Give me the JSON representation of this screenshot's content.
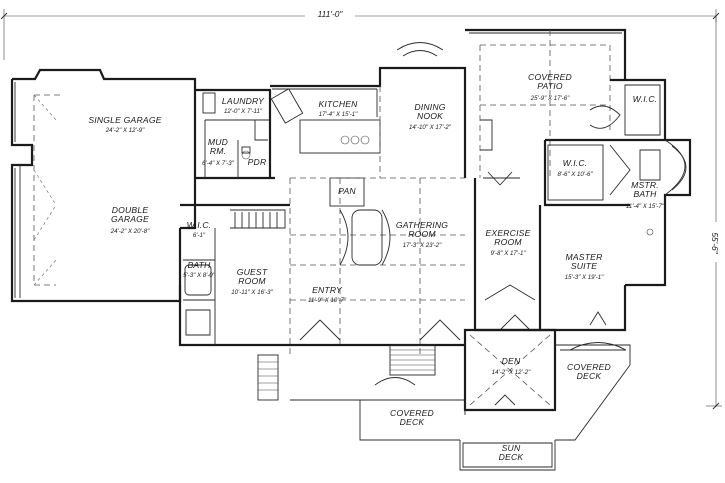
{
  "overall": {
    "width_dim": "111'-0\"",
    "depth_dim": "55'-6\""
  },
  "rooms": [
    {
      "key": "single_garage",
      "name": [
        "SINGLE GARAGE"
      ],
      "dims": "24'-2\" X 12'-9\""
    },
    {
      "key": "double_garage",
      "name": [
        "DOUBLE",
        "GARAGE"
      ],
      "dims": "24'-2\" X 20'-8\""
    },
    {
      "key": "laundry",
      "name": [
        "LAUNDRY"
      ],
      "dims": "12'-0\" X 7'-11\""
    },
    {
      "key": "mud_rm",
      "name": [
        "MUD",
        "RM."
      ],
      "dims": "6'-4\" X 7'-3\""
    },
    {
      "key": "pdr",
      "name": [
        "PDR"
      ],
      "dims": ""
    },
    {
      "key": "kitchen",
      "name": [
        "KITCHEN"
      ],
      "dims": "17'-4\" X 15'-1\""
    },
    {
      "key": "pan",
      "name": [
        "PAN"
      ],
      "dims": ""
    },
    {
      "key": "dining_nook",
      "name": [
        "DINING",
        "NOOK"
      ],
      "dims": "14'-10\" X 17'-2\""
    },
    {
      "key": "covered_patio",
      "name": [
        "COVERED",
        "PATIO"
      ],
      "dims": "25'-9\" X 17'-6\""
    },
    {
      "key": "wic_master_bath",
      "name": [
        "W.I.C."
      ],
      "dims": ""
    },
    {
      "key": "wic_suite",
      "name": [
        "W.I.C."
      ],
      "dims": "8'-6\" X 10'-6\""
    },
    {
      "key": "mstr_bath",
      "name": [
        "MSTR.",
        "BATH"
      ],
      "dims": "11'-4\" X 15'-7\""
    },
    {
      "key": "wic_guest",
      "name": [
        "W.I.C."
      ],
      "dims": "6'-1\""
    },
    {
      "key": "bath",
      "name": [
        "BATH"
      ],
      "dims": "5'-3\" X 8'-0\""
    },
    {
      "key": "guest_room",
      "name": [
        "GUEST",
        "ROOM"
      ],
      "dims": "10'-11\" X 16'-3\""
    },
    {
      "key": "gathering_room",
      "name": [
        "GATHERING",
        "ROOM"
      ],
      "dims": "17'-3\" X 23'-2\""
    },
    {
      "key": "exercise_room",
      "name": [
        "EXERCISE",
        "ROOM"
      ],
      "dims": "9'-8\" X 17'-1\""
    },
    {
      "key": "master_suite",
      "name": [
        "MASTER",
        "SUITE"
      ],
      "dims": "15'-3\" X 19'-1\""
    },
    {
      "key": "entry",
      "name": [
        "ENTRY"
      ],
      "dims": "11'-9\" X 10'-7\""
    },
    {
      "key": "den",
      "name": [
        "DEN"
      ],
      "dims": "14'-2\" X 12'-2\""
    },
    {
      "key": "covered_deck_right",
      "name": [
        "COVERED",
        "DECK"
      ],
      "dims": ""
    },
    {
      "key": "covered_deck_front",
      "name": [
        "COVERED",
        "DECK"
      ],
      "dims": ""
    },
    {
      "key": "sun_deck",
      "name": [
        "SUN",
        "DECK"
      ],
      "dims": ""
    }
  ]
}
